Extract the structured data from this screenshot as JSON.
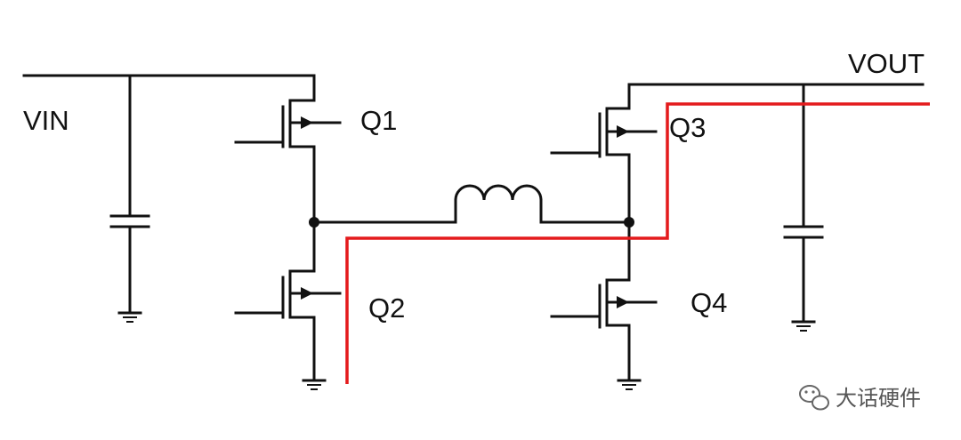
{
  "labels": {
    "vin": "VIN",
    "vout": "VOUT",
    "q1": "Q1",
    "q2": "Q2",
    "q3": "Q3",
    "q4": "Q4"
  },
  "watermark": {
    "text": "大话硬件",
    "icon": "wechat-icon"
  },
  "colors": {
    "wire": "#111111",
    "current_path": "#e41a1c"
  }
}
